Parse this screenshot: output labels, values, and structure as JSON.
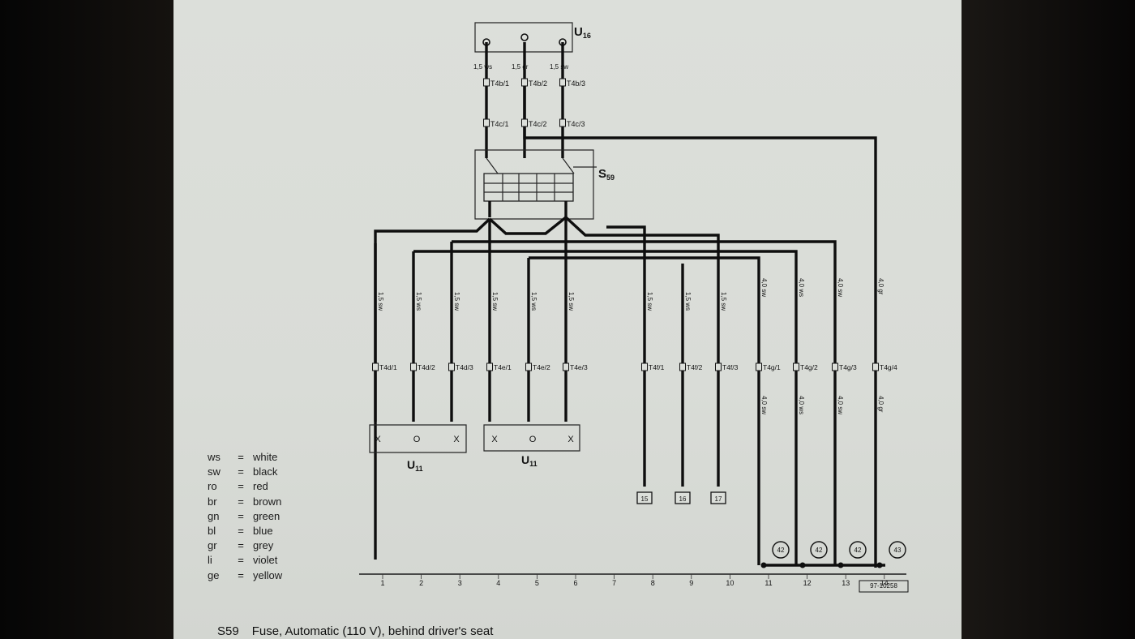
{
  "components": {
    "u": "U",
    "u_sub": "16",
    "switch": "S",
    "switch_sub": "59",
    "socket1": "U",
    "socket1_sub": "11",
    "socket2": "U",
    "socket2_sub": "11"
  },
  "top_wires": [
    {
      "label": "1,5 ws",
      "connector": "T4b/1",
      "lower": "T4c/1"
    },
    {
      "label": "1,5 gr",
      "connector": "T4b/2",
      "lower": "T4c/2"
    },
    {
      "label": "1,5 sw",
      "connector": "T4b/3",
      "lower": "T4c/3"
    }
  ],
  "vertical_wires": [
    {
      "label": "1,5 sw",
      "connector": "T4d/1"
    },
    {
      "label": "1,5 ws",
      "connector": "T4d/2"
    },
    {
      "label": "1,5 sw",
      "connector": "T4d/3"
    },
    {
      "label": "1,5 sw",
      "connector": "T4e/1"
    },
    {
      "label": "1,5 ws",
      "connector": "T4e/2"
    },
    {
      "label": "1,5 sw",
      "connector": "T4e/3"
    },
    {
      "label": "1,5 sw",
      "connector": "T4f/1"
    },
    {
      "label": "1,5 ws",
      "connector": "T4f/2"
    },
    {
      "label": "1,5 sw",
      "connector": "T4f/3"
    },
    {
      "label": "4,0 sw",
      "connector": "T4g/1",
      "lower_label": "4,0 sw"
    },
    {
      "label": "4,0 ws",
      "connector": "T4g/2",
      "lower_label": "4,0 ws"
    },
    {
      "label": "4,0 sw",
      "connector": "T4g/3",
      "lower_label": "4,0 sw"
    },
    {
      "label": "4,0 gr",
      "connector": "T4g/4",
      "lower_label": "4,0 gr"
    }
  ],
  "terminal_codes": [
    "X",
    "O",
    "X",
    "X",
    "O",
    "X"
  ],
  "continuation_boxes": [
    "15",
    "16",
    "17"
  ],
  "ground_symbols": [
    "42",
    "42",
    "42",
    "43"
  ],
  "track_numbers": [
    "1",
    "2",
    "3",
    "4",
    "5",
    "6",
    "7",
    "8",
    "9",
    "10",
    "11",
    "12",
    "13",
    "14"
  ],
  "reference": "97-10258",
  "legend": [
    {
      "code": "ws",
      "meaning": "white"
    },
    {
      "code": "sw",
      "meaning": "black"
    },
    {
      "code": "ro",
      "meaning": "red"
    },
    {
      "code": "br",
      "meaning": "brown"
    },
    {
      "code": "gn",
      "meaning": "green"
    },
    {
      "code": "bl",
      "meaning": "blue"
    },
    {
      "code": "gr",
      "meaning": "grey"
    },
    {
      "code": "li",
      "meaning": "violet"
    },
    {
      "code": "ge",
      "meaning": "yellow"
    }
  ],
  "legend_eq": "=",
  "caption": {
    "code": "S59",
    "text": "Fuse, Automatic (110 V), behind driver's seat"
  }
}
